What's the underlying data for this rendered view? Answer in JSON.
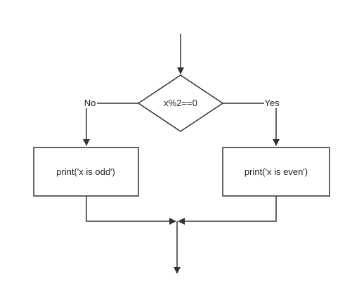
{
  "flowchart": {
    "condition": "x%2==0",
    "branch_no_label": "No",
    "branch_yes_label": "Yes",
    "left_box_text": "print('x is odd')",
    "right_box_text": "print('x is even')"
  },
  "colors": {
    "stroke": "#333333",
    "text": "#222222",
    "background": "#ffffff"
  }
}
